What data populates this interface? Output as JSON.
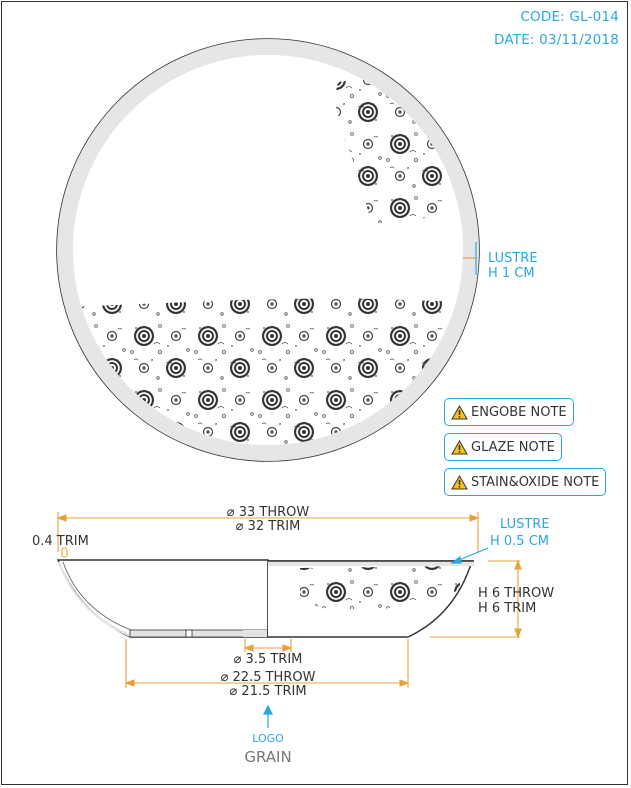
{
  "header": {
    "code": "CODE: GL-014",
    "date": "DATE: 03/11/2018"
  },
  "top_view": {
    "lustre_label": "LUSTRE",
    "lustre_height": "H 1 CM"
  },
  "notes": [
    {
      "label": "ENGOBE NOTE",
      "icon": "warning-icon"
    },
    {
      "label": "GLAZE NOTE",
      "icon": "warning-icon"
    },
    {
      "label": "STAIN&OXIDE NOTE",
      "icon": "warning-icon"
    }
  ],
  "section_view": {
    "diameter_throw": "⌀ 33 THROW",
    "diameter_trim": "⌀ 32 TRIM",
    "wall_trim": "0.4 TRIM",
    "lustre_label": "LUSTRE",
    "lustre_height": "H 0.5 CM",
    "height_throw": "H 6 THROW",
    "height_trim": "H 6 TRIM",
    "foot_trim": "⌀ 3.5 TRIM",
    "base_throw": "⌀ 22.5 THROW",
    "base_trim": "⌀ 21.5 TRIM",
    "logo_label": "LOGO",
    "logo_text": "GRAIN"
  },
  "colors": {
    "dimension": "#e8a13a",
    "accent": "#29a8df",
    "outline": "#333333",
    "lustre": "#e6e6e6"
  }
}
